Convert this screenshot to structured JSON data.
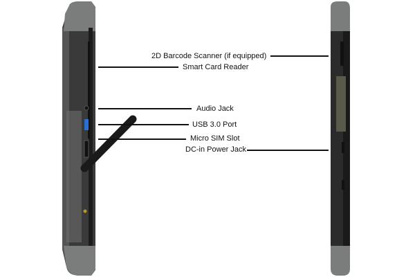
{
  "callouts": {
    "barcode": "2D Barcode Scanner (if equipped)",
    "smart_card": "Smart Card Reader",
    "audio": "Audio Jack",
    "usb": "USB 3.0 Port",
    "sim": "Micro SIM Slot",
    "dc": "DC-in Power Jack"
  },
  "colors": {
    "body": "#2b2b2b",
    "bumper": "#7a7d7b",
    "line": "#111111"
  }
}
